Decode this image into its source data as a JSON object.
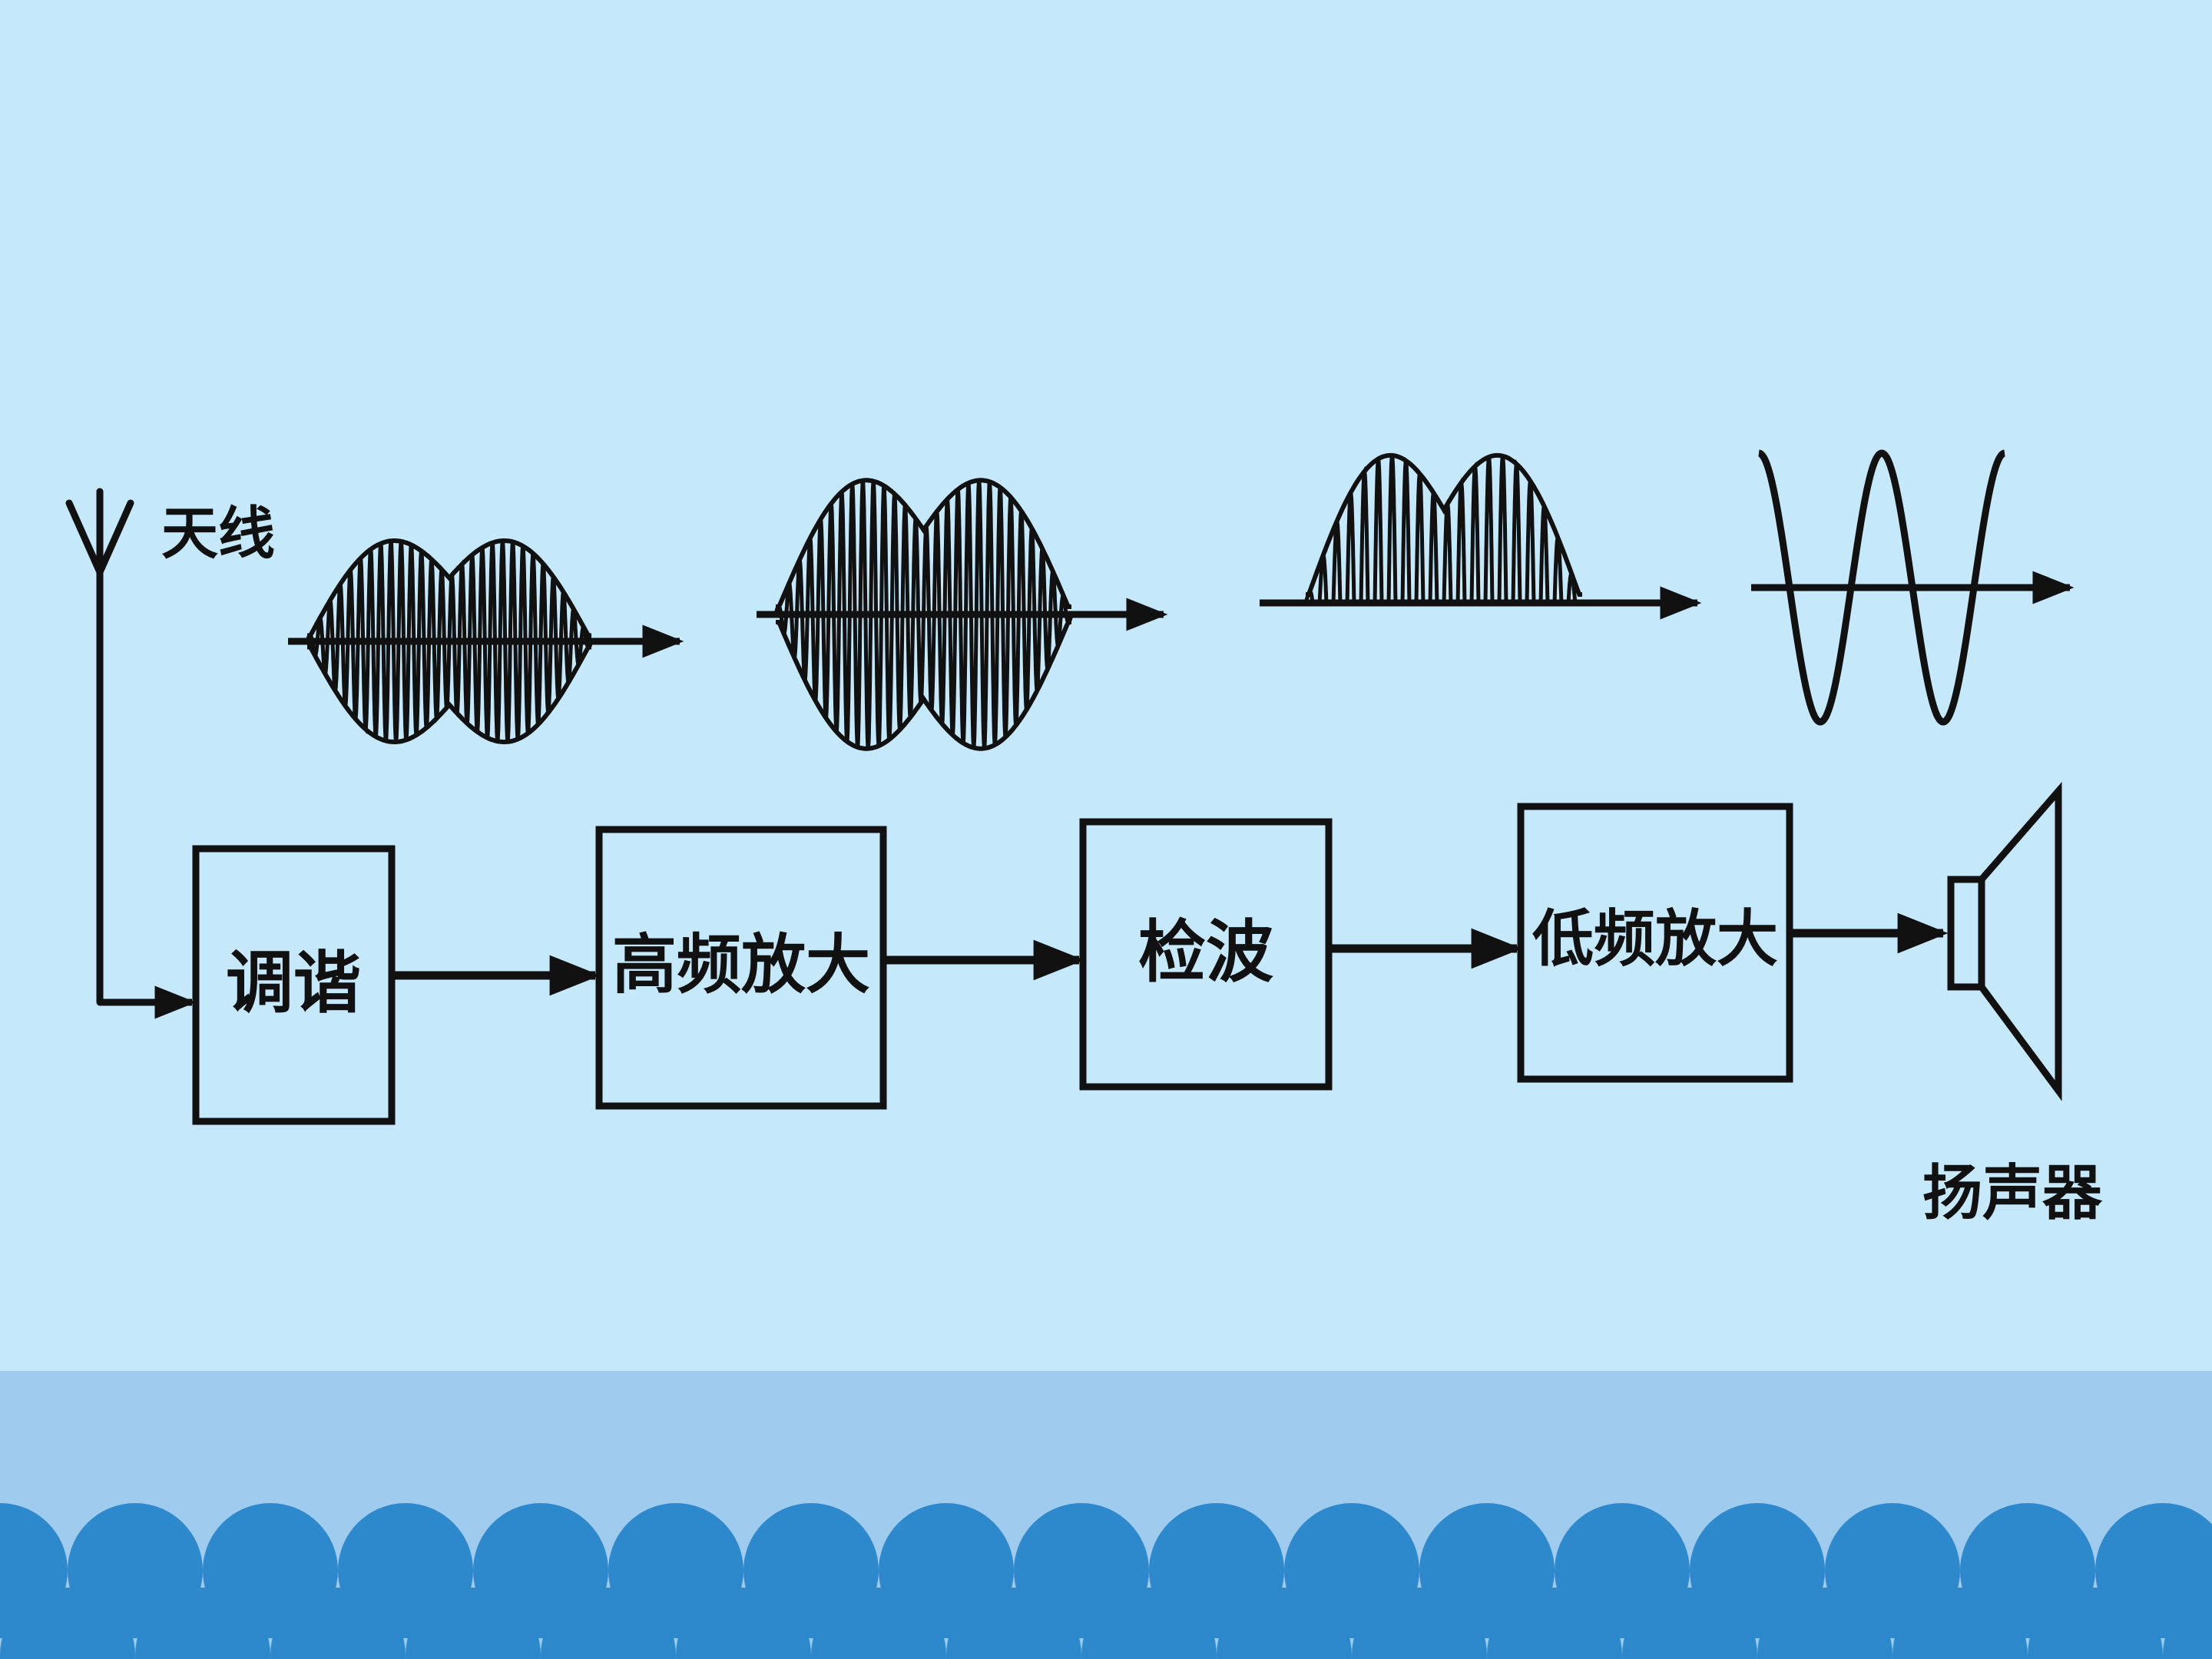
{
  "diagram": {
    "antenna_label": "天线",
    "speaker_label": "扬声器",
    "blocks": [
      {
        "id": "tuning",
        "label": "调谐"
      },
      {
        "id": "rf-amp",
        "label": "高频放大"
      },
      {
        "id": "detector",
        "label": "检波"
      },
      {
        "id": "af-amp",
        "label": "低频放大"
      }
    ],
    "waveforms": [
      {
        "id": "am-received",
        "kind": "am-modulated"
      },
      {
        "id": "am-amplified",
        "kind": "am-modulated-amplified"
      },
      {
        "id": "detected",
        "kind": "half-wave-rectified"
      },
      {
        "id": "audio",
        "kind": "sine"
      }
    ]
  },
  "colors": {
    "background": "#c6e8fb",
    "band": "#9fcbef",
    "scallop": "#2e88cc",
    "ink": "#111111"
  }
}
